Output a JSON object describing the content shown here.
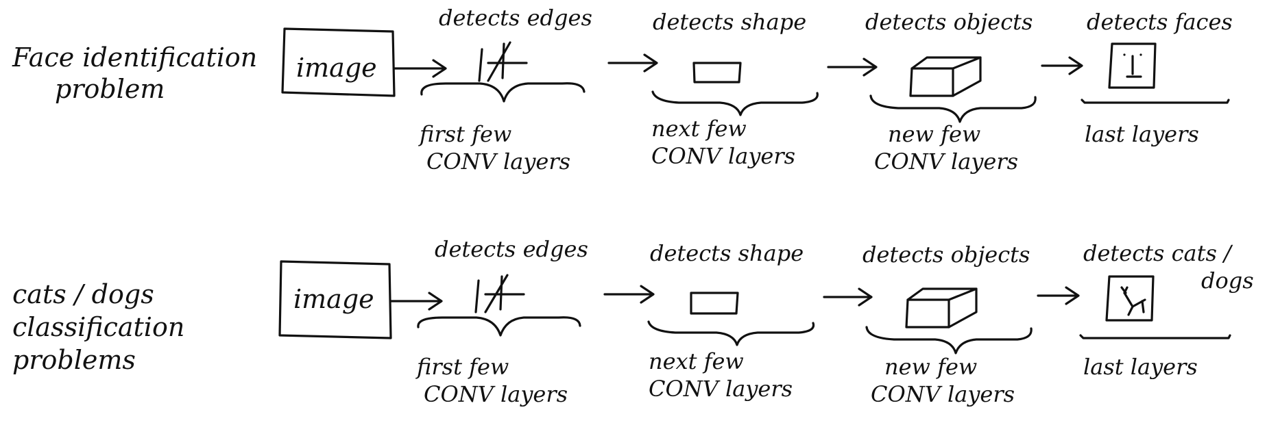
{
  "rows": [
    {
      "label": [
        "Face identification",
        "problem"
      ],
      "input": "image",
      "stages": [
        {
          "top": "detects edges",
          "bottom": [
            "first few",
            "CONV layers"
          ],
          "icon": "edges-sketch-icon"
        },
        {
          "top": "detects shape",
          "bottom": [
            "next few",
            "CONV layers"
          ],
          "icon": "rectangle-sketch-icon"
        },
        {
          "top": "detects objects",
          "bottom": [
            "new few",
            "CONV layers"
          ],
          "icon": "box-sketch-icon"
        },
        {
          "top": "detects faces",
          "bottom": [
            "last layers"
          ],
          "icon": "face-sketch-icon"
        }
      ]
    },
    {
      "label": [
        "cats / dogs",
        "classification",
        "problems"
      ],
      "input": "image",
      "stages": [
        {
          "top": "detects edges",
          "bottom": [
            "first few",
            "CONV layers"
          ],
          "icon": "edges-sketch-icon"
        },
        {
          "top": "detects shape",
          "bottom": [
            "next few",
            "CONV layers"
          ],
          "icon": "rectangle-sketch-icon"
        },
        {
          "top": "detects objects",
          "bottom": [
            "new few",
            "CONV layers"
          ],
          "icon": "box-sketch-icon"
        },
        {
          "top": "detects cats /",
          "top2": "dogs",
          "bottom": [
            "last layers"
          ],
          "icon": "cat-sketch-icon"
        }
      ]
    }
  ]
}
